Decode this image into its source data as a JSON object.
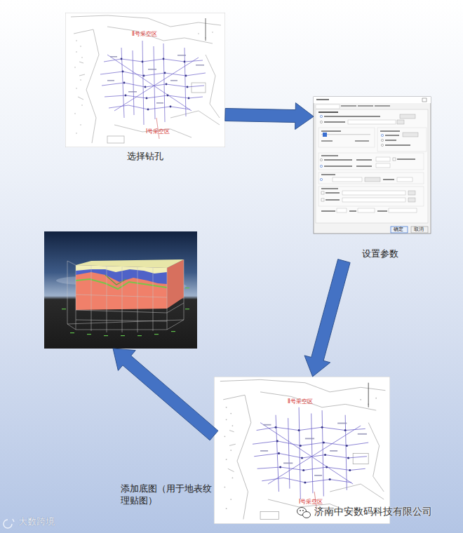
{
  "diagram": {
    "nodes": [
      {
        "text": [
          "选择钻孔"
        ]
      },
      {
        "text": [
          "设置参数"
        ]
      },
      {
        "text": []
      },
      {
        "text": [
          "添加底图（用于地表纹理贴图）"
        ]
      }
    ],
    "edges": [
      {
        "from": 0,
        "to": 1,
        "arrow": "to"
      },
      {
        "from": 1,
        "to": 3,
        "arrow": "to"
      },
      {
        "from": 3,
        "to": 2,
        "arrow": "to"
      }
    ],
    "labels": [
      "Ⅱ号采空区",
      "Ⅰ号采空区",
      "确定",
      "取消",
      "Ⅱ号采空区",
      "Ⅰ号采空区",
      "济南中安数码科技有限公司",
      "大数跨境"
    ]
  }
}
